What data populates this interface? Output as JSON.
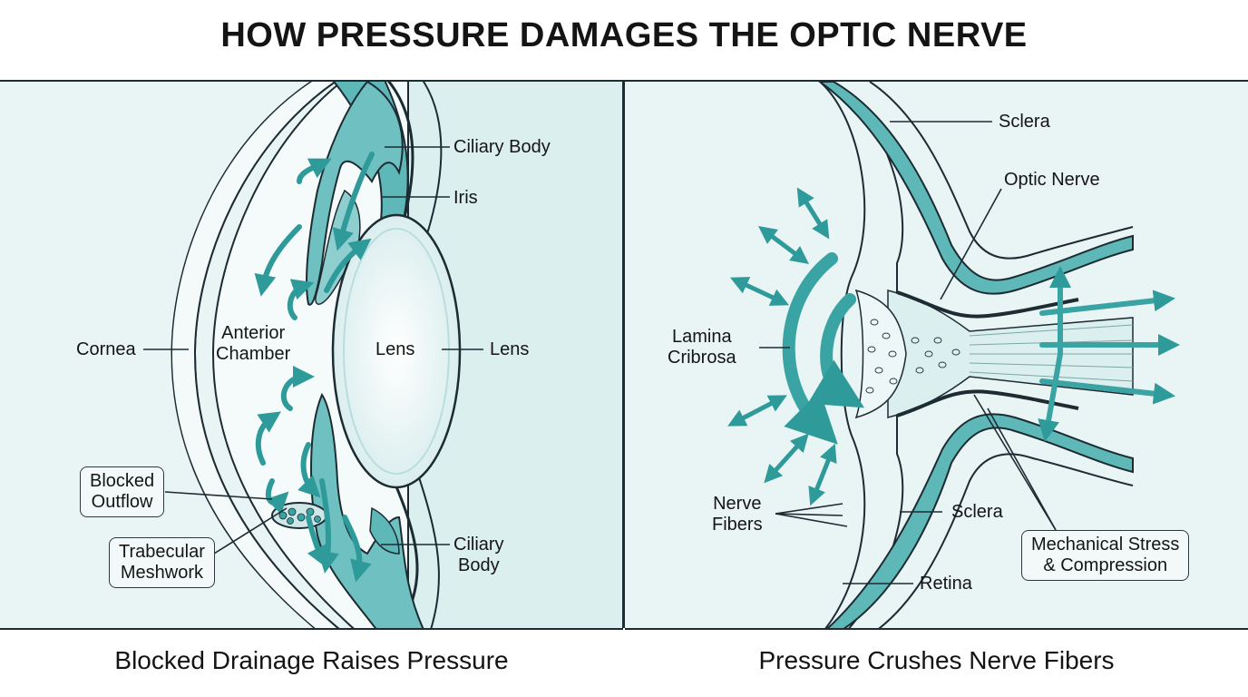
{
  "title": "HOW PRESSURE DAMAGES THE OPTIC NERVE",
  "colors": {
    "teal": "#3aa3a3",
    "teal_light": "#8fcece",
    "outline": "#1d2b33",
    "background": "#e9f4f4"
  },
  "left_panel": {
    "caption": "Blocked Drainage Raises Pressure",
    "labels": {
      "ciliary_body_top": "Ciliary Body",
      "iris": "Iris",
      "cornea": "Cornea",
      "anterior_chamber": "Anterior\nChamber",
      "lens_inner": "Lens",
      "lens_outer": "Lens",
      "blocked_outflow": "Blocked\nOutflow",
      "trabecular_meshwork": "Trabecular\nMeshwork",
      "ciliary_body_bottom": "Ciliary\nBody"
    }
  },
  "right_panel": {
    "caption": "Pressure Crushes Nerve Fibers",
    "labels": {
      "sclera_top": "Sclera",
      "optic_nerve": "Optic Nerve",
      "lamina_cribrosa": "Lamina\nCribrosa",
      "nerve_fibers": "Nerve\nFibers",
      "sclera_bottom": "Sclera",
      "retina": "Retina",
      "mechanical_stress": "Mechanical Stress\n& Compression"
    }
  }
}
